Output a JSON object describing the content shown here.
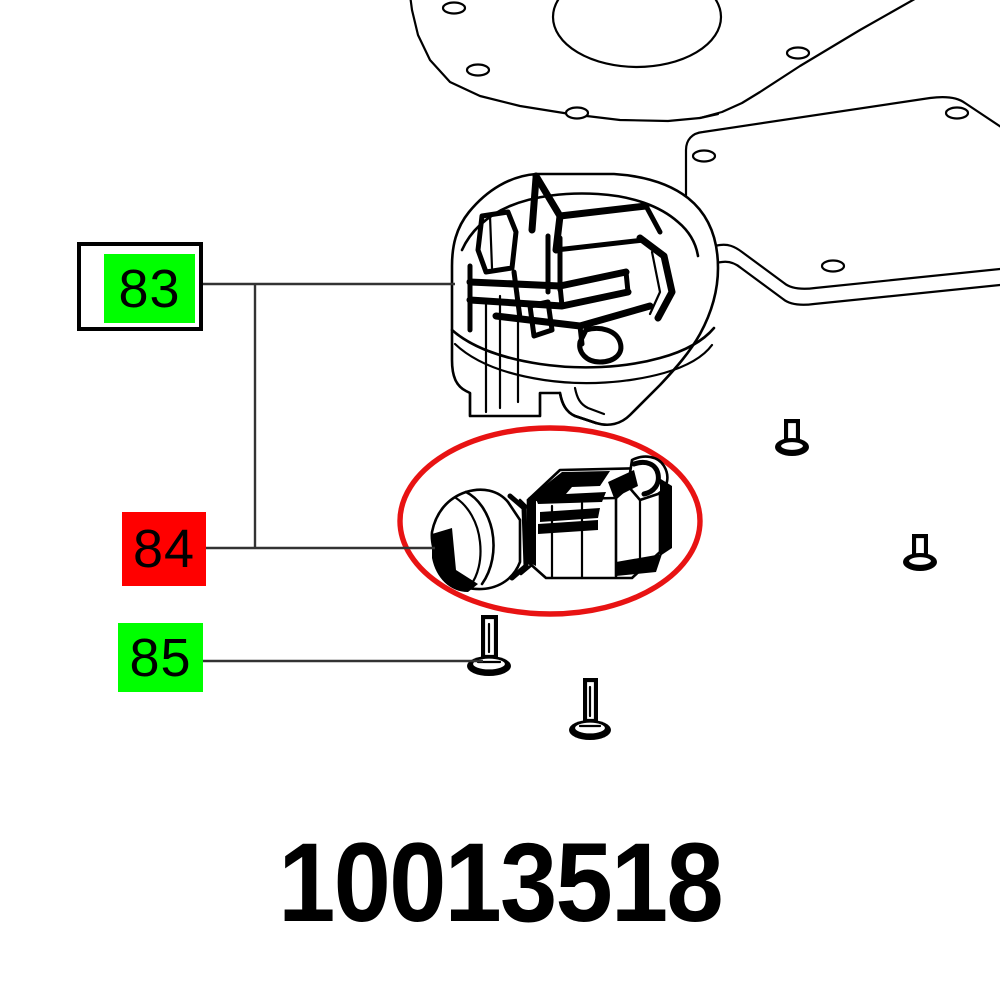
{
  "document": {
    "type": "exploded-parts-diagram",
    "part_number": "10013518",
    "background_color": "#ffffff"
  },
  "callouts": [
    {
      "id": "83",
      "label": "83",
      "fill_color": "#00ff00",
      "border_color": "#000000",
      "has_border_box": true,
      "target": "housing-cover"
    },
    {
      "id": "84",
      "label": "84",
      "fill_color": "#ff0000",
      "border_color": "none",
      "has_border_box": false,
      "target": "switch-assembly"
    },
    {
      "id": "85",
      "label": "85",
      "fill_color": "#00ff00",
      "border_color": "none",
      "has_border_box": false,
      "target": "screw"
    }
  ],
  "highlight": {
    "shape": "ellipse",
    "color": "#e81313",
    "stroke_width": 5,
    "encircles": "switch-assembly"
  },
  "parts": [
    {
      "id": "base-plate",
      "name": "base-plate",
      "description": "flat plate with large circular bore and oval mounting holes"
    },
    {
      "id": "cover-plate",
      "name": "cover-plate",
      "description": "rounded rectangular cover plate with four oval mounting holes"
    },
    {
      "id": "housing-cover",
      "name": "motor-housing-cover",
      "callout": "83"
    },
    {
      "id": "switch-assembly",
      "name": "switch-connector-assembly",
      "callout": "84"
    },
    {
      "id": "screw-left",
      "name": "long-screw",
      "callout": "85"
    },
    {
      "id": "screw-center",
      "name": "long-screw"
    },
    {
      "id": "screw-upper-right",
      "name": "short-screw"
    },
    {
      "id": "screw-lower-right",
      "name": "short-screw"
    }
  ],
  "leader_lines": {
    "color": "#333333",
    "description": "83 and 84 share a vertical bracket; 85 has its own horizontal leader"
  }
}
